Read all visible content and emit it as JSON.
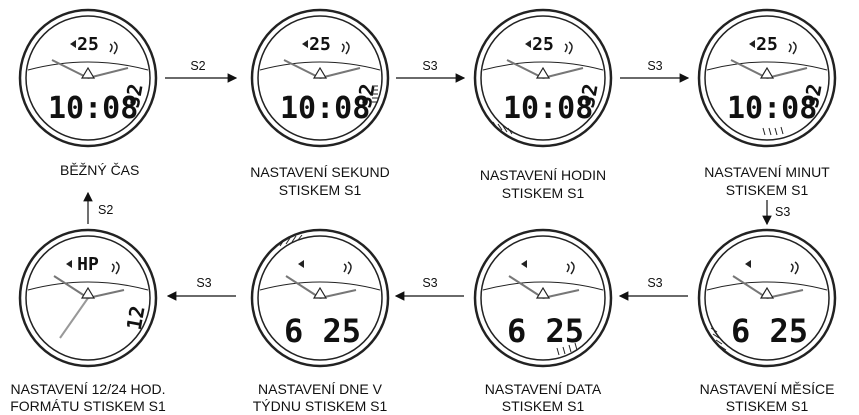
{
  "watches": [
    {
      "id": "w1",
      "top": "25",
      "time_hm": "10:08",
      "time_s": "32",
      "caption": [
        "BĚŽNÝ ČAS"
      ]
    },
    {
      "id": "w2",
      "top": "25",
      "time_hm": "10:08",
      "time_s": "32",
      "caption": [
        "NASTAVENÍ SEKUND",
        "STISKEM S1"
      ]
    },
    {
      "id": "w3",
      "top": "25",
      "time_hm": "10:08",
      "time_s": "32",
      "caption": [
        "NASTAVENÍ HODIN",
        "STISKEM S1"
      ]
    },
    {
      "id": "w4",
      "top": "25",
      "time_hm": "10:08",
      "time_s": "32",
      "caption": [
        "NASTAVENÍ MINUT",
        "STISKEM S1"
      ]
    },
    {
      "id": "w5",
      "top": "",
      "date": "6 25",
      "caption": [
        "NASTAVENÍ MĚSÍCE",
        "STISKEM S1"
      ]
    },
    {
      "id": "w6",
      "top": "",
      "date": "6 25",
      "caption": [
        "NASTAVENÍ DATA",
        "STISKEM S1"
      ]
    },
    {
      "id": "w7",
      "top": "",
      "date": "6 25",
      "caption": [
        "NASTAVENÍ DNE V",
        "TÝDNU STISKEM S1"
      ]
    },
    {
      "id": "w8",
      "top": "HP",
      "side": "12",
      "caption": [
        "NASTAVENÍ 12/24 HOD.",
        "FORMÁTU STISKEM S1"
      ]
    }
  ],
  "arrows": {
    "w1_w2": "S2",
    "w2_w3": "S3",
    "w3_w4": "S3",
    "w4_w5": "S3",
    "w5_w6": "S3",
    "w6_w7": "S3",
    "w7_w8": "S3",
    "w8_w1": "S2"
  }
}
